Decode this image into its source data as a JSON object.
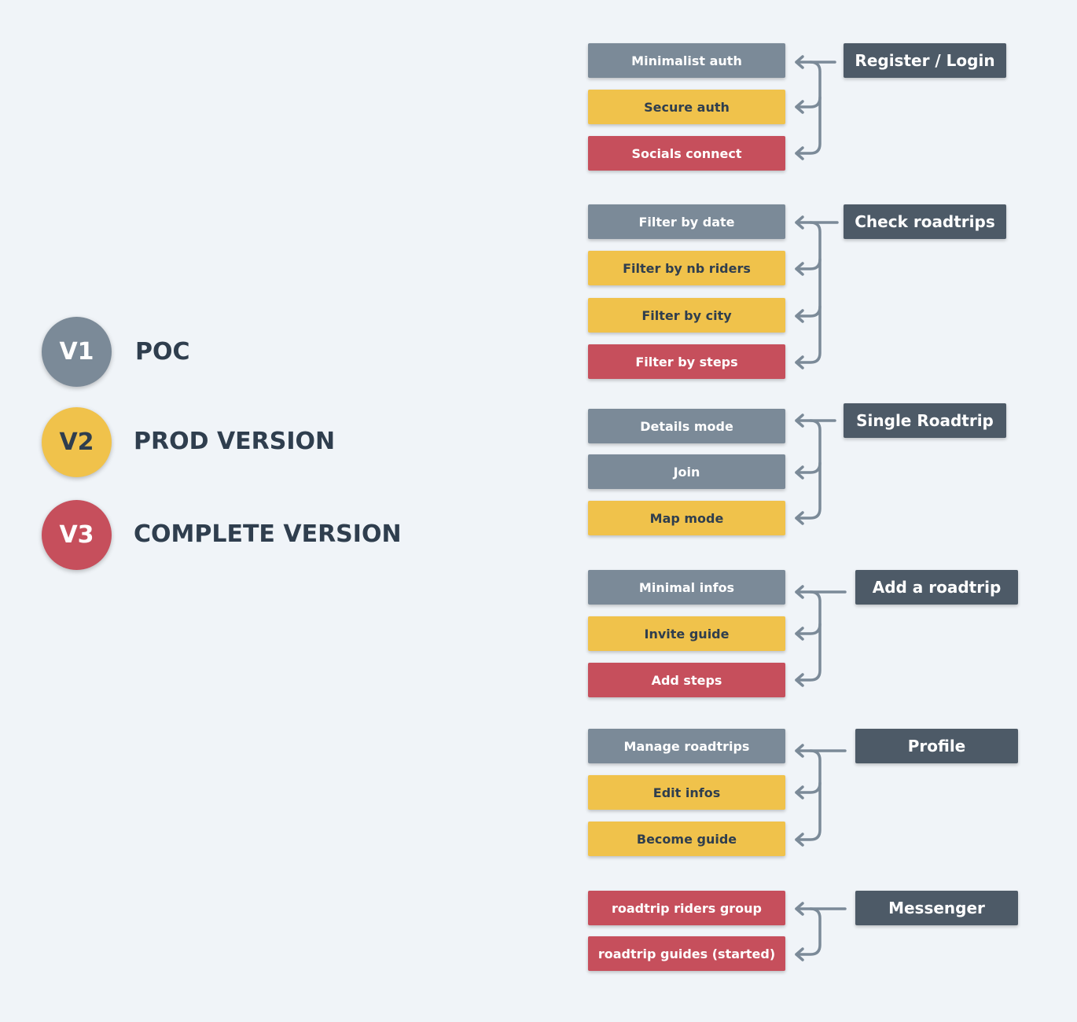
{
  "colors": {
    "v1": "#7b8a98",
    "v2": "#f0c24b",
    "v3": "#c64f5c",
    "category": "#4d5a67",
    "connector": "#7b8a98",
    "text_dark": "#2f3e4e",
    "text_light": "#ffffff"
  },
  "legend": [
    {
      "badge": "V1",
      "label": "POC",
      "level": "v1"
    },
    {
      "badge": "V2",
      "label": "PROD VERSION",
      "level": "v2"
    },
    {
      "badge": "V3",
      "label": "COMPLETE VERSION",
      "level": "v3"
    }
  ],
  "groups": [
    {
      "name": "Register / Login",
      "features": [
        {
          "label": "Minimalist auth",
          "level": "v1"
        },
        {
          "label": "Secure auth",
          "level": "v2"
        },
        {
          "label": "Socials connect",
          "level": "v3"
        }
      ]
    },
    {
      "name": "Check roadtrips",
      "features": [
        {
          "label": "Filter by date",
          "level": "v1"
        },
        {
          "label": "Filter by nb riders",
          "level": "v2"
        },
        {
          "label": "Filter by city",
          "level": "v2"
        },
        {
          "label": "Filter by steps",
          "level": "v3"
        }
      ]
    },
    {
      "name": "Single Roadtrip",
      "features": [
        {
          "label": "Details mode",
          "level": "v1"
        },
        {
          "label": "Join",
          "level": "v1"
        },
        {
          "label": "Map mode",
          "level": "v2"
        }
      ]
    },
    {
      "name": "Add a roadtrip",
      "features": [
        {
          "label": "Minimal infos",
          "level": "v1"
        },
        {
          "label": "Invite guide",
          "level": "v2"
        },
        {
          "label": "Add steps",
          "level": "v3"
        }
      ]
    },
    {
      "name": "Profile",
      "features": [
        {
          "label": "Manage roadtrips",
          "level": "v1"
        },
        {
          "label": "Edit infos",
          "level": "v2"
        },
        {
          "label": "Become guide",
          "level": "v2"
        }
      ]
    },
    {
      "name": "Messenger",
      "features": [
        {
          "label": "roadtrip riders group",
          "level": "v3"
        },
        {
          "label": "roadtrip guides (started)",
          "level": "v3"
        }
      ]
    }
  ]
}
